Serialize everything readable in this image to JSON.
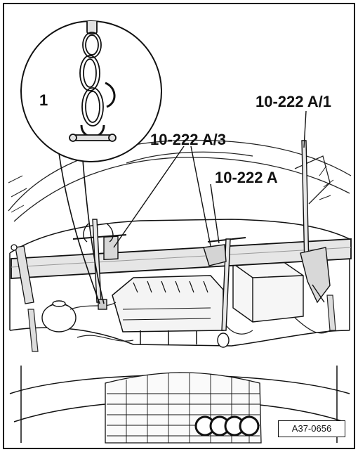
{
  "figure": {
    "callouts": {
      "item_1": "1",
      "tool_a3": "10-222 A/3",
      "tool_a": "10-222 A",
      "tool_a1": "10-222 A/1"
    },
    "figure_id": "A37-0656"
  }
}
